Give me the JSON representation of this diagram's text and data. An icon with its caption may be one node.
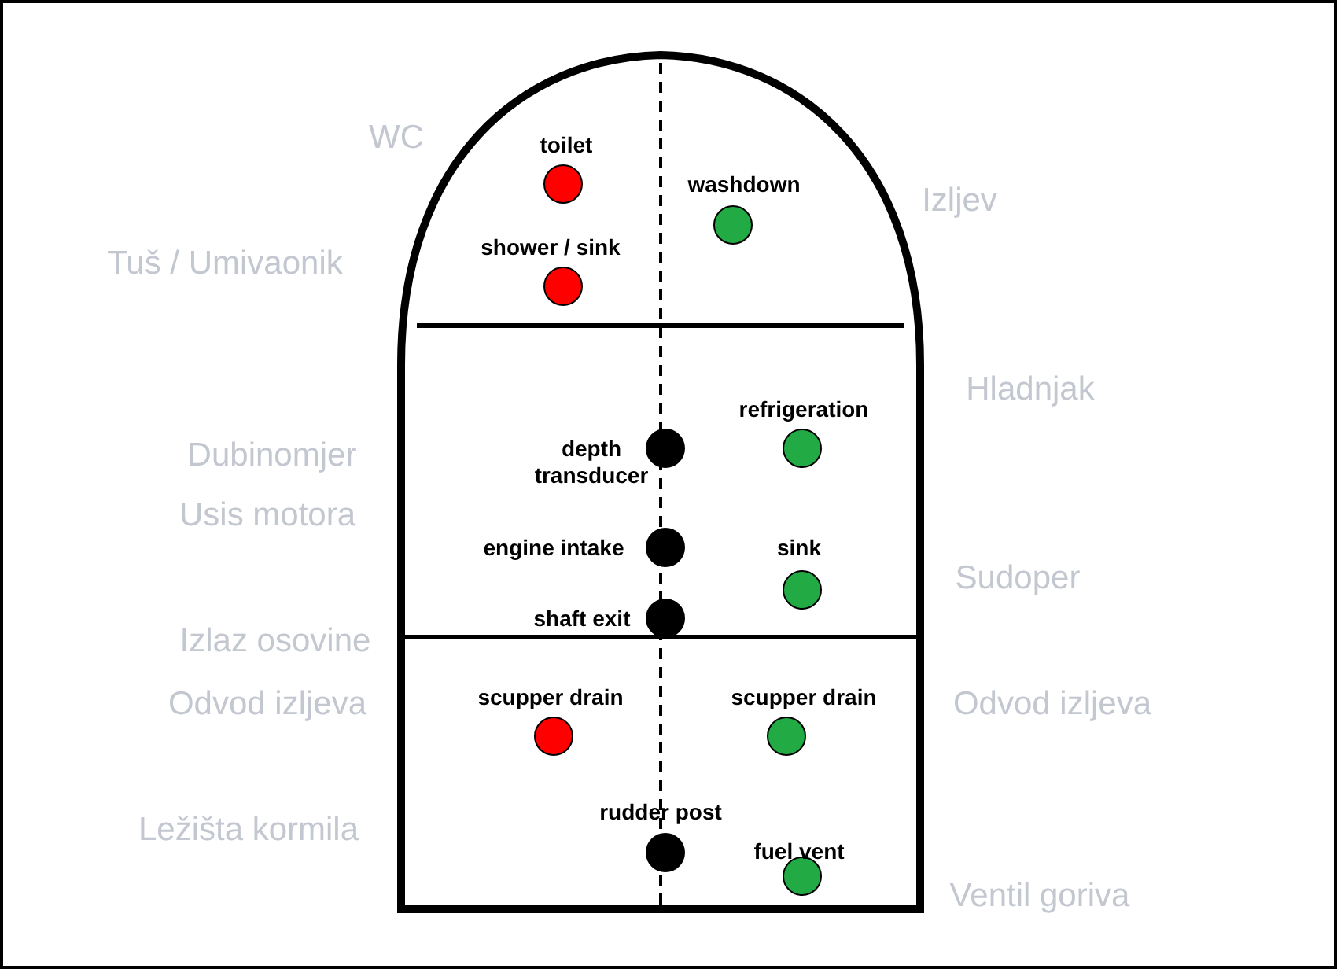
{
  "diagram": {
    "labels": [
      "WC",
      "toilet",
      "washdown",
      "Izljev",
      "shower / sink",
      "Tuš / Umivaonik",
      "Hladnjak",
      "refrigeration",
      "Dubinomjer",
      "depth transducer",
      "Usis motora",
      "engine intake",
      "sink",
      "Sudoper",
      "shaft exit",
      "Izlaz osovine",
      "scupper drain",
      "scupper drain",
      "Odvod izljeva",
      "Odvod izljeva",
      "rudder post",
      "Ležišta kormila",
      "fuel vent",
      "Ventil goriva"
    ]
  }
}
